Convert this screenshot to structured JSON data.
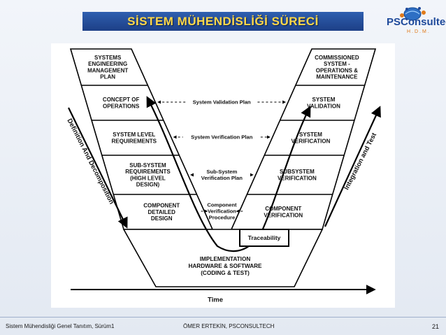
{
  "slide": {
    "title": "SİSTEM MÜHENDİSLİĞİ SÜRECİ",
    "logo_name": "PSConsultech",
    "logo_sub": "H.D.M.",
    "footer_left": "Sistem Mühendisliği Genel Tanıtım, Sürüm1",
    "footer_center": "ÖMER ERTEKİN, PSCONSULTECH",
    "page_number": "21"
  },
  "diagram": {
    "left_boxes": [
      [
        "SYSTEMS",
        "ENGINEERING",
        "MANAGEMENT",
        "PLAN"
      ],
      [
        "CONCEPT OF",
        "OPERATIONS"
      ],
      [
        "SYSTEM LEVEL",
        "REQUIREMENTS"
      ],
      [
        "SUB-SYSTEM",
        "REQUIREMENTS",
        "(HIGH LEVEL",
        "DESIGN)"
      ],
      [
        "COMPONENT",
        "DETAILED",
        "DESIGN"
      ]
    ],
    "right_boxes": [
      [
        "COMMISSIONED",
        "SYSTEM -",
        "OPERATIONS &",
        "MAINTENANCE"
      ],
      [
        "SYSTEM",
        "VALIDATION"
      ],
      [
        "SYSTEM",
        "VERIFICATION"
      ],
      [
        "SUBSYSTEM",
        "VERIFICATION"
      ],
      [
        "COMPONENT",
        "VERIFICATION"
      ]
    ],
    "bottom_box": [
      "IMPLEMENTATION",
      "HARDWARE & SOFTWARE",
      "(CODING & TEST)"
    ],
    "plans": [
      [
        "System Validation Plan"
      ],
      [
        "System Verification Plan"
      ],
      [
        "Sub-System",
        "Verification Plan"
      ],
      [
        "Component",
        "Verification",
        "Procedure"
      ]
    ],
    "traceability": "Traceability",
    "left_arrow_label": "Definition And Decomposition",
    "right_arrow_label": "Integration and Test",
    "time_label": "Time"
  }
}
